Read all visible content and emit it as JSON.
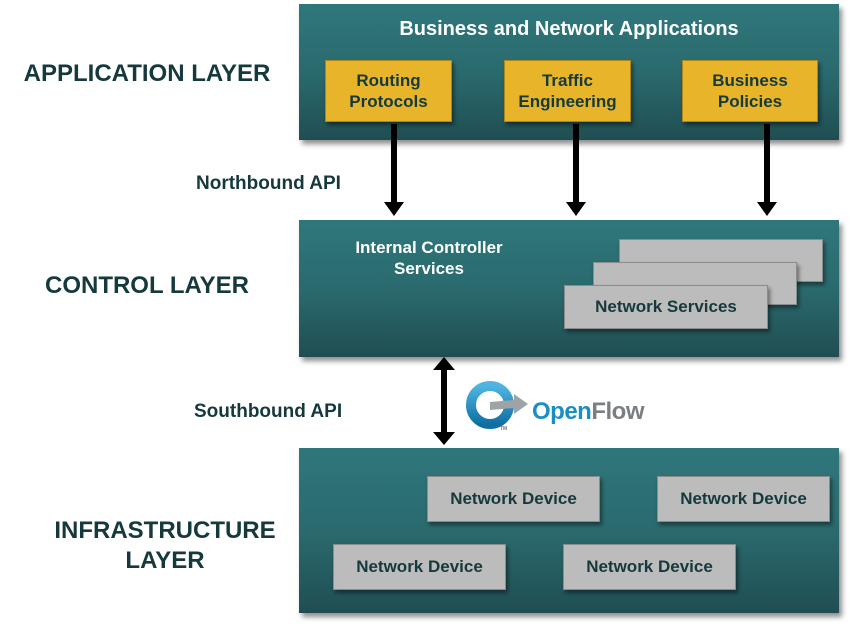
{
  "layers": {
    "application": "APPLICATION LAYER",
    "control": "CONTROL LAYER",
    "infrastructure_line1": "INFRASTRUCTURE",
    "infrastructure_line2": "LAYER"
  },
  "apis": {
    "northbound": "Northbound API",
    "southbound": "Southbound API"
  },
  "application_panel": {
    "title": "Business and Network Applications",
    "apps": [
      {
        "line1": "Routing",
        "line2": "Protocols"
      },
      {
        "line1": "Traffic",
        "line2": "Engineering"
      },
      {
        "line1": "Business",
        "line2": "Policies"
      }
    ]
  },
  "control_panel": {
    "title_line1": "Internal Controller",
    "title_line2": "Services",
    "network_services": "Network Services"
  },
  "openflow": {
    "open": "Open",
    "flow": "Flow",
    "tm": "TM"
  },
  "infrastructure_panel": {
    "devices": [
      "Network Device",
      "Network Device",
      "Network Device",
      "Network Device"
    ]
  },
  "colors": {
    "panel_teal": "#2a6a6e",
    "app_gold": "#e8b52a",
    "device_gray": "#bcbcbc",
    "label_text": "#15393c",
    "openflow_blue": "#1b8ec4"
  }
}
